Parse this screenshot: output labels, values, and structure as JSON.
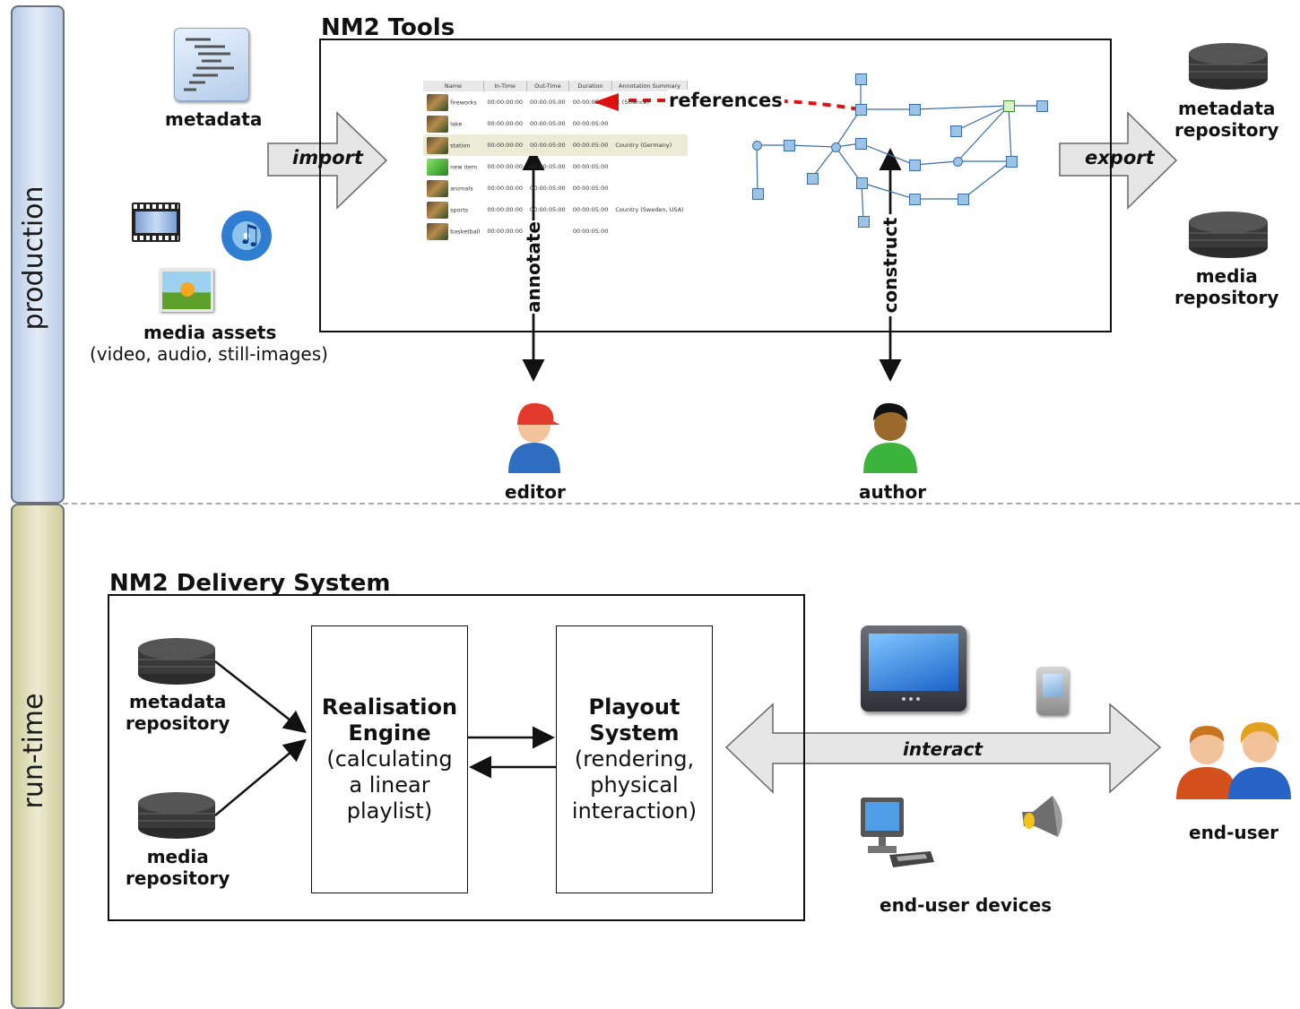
{
  "lanes": {
    "production": "production",
    "runtime": "run-time"
  },
  "tools": {
    "title": "NM2 Tools",
    "import_label": "import",
    "export_label": "export",
    "references_label": "references",
    "annotate_label": "annotate",
    "construct_label": "construct",
    "table_headers": [
      "Name",
      "In-Time",
      "Out-Time",
      "Duration",
      "Annotation Summary"
    ],
    "table_rows": [
      {
        "name": "fireworks",
        "in": "00:00:00:00",
        "out": "00:00:05:00",
        "dur": "00:00:05",
        "note": "ic (Science)"
      },
      {
        "name": "lake",
        "in": "00:00:00:00",
        "out": "00:00:05:00",
        "dur": "00:00:05:00",
        "note": ""
      },
      {
        "name": "station",
        "in": "00:00:00:00",
        "out": "00:00:05:00",
        "dur": "00:00:05:00",
        "note": "Country (Germany)"
      },
      {
        "name": "new item",
        "in": "00:00:00:00",
        "out": "00:00:05:00",
        "dur": "00:00:05:00",
        "note": ""
      },
      {
        "name": "animals",
        "in": "00:00:00:00",
        "out": "00:00:05:00",
        "dur": "00:00:05:00",
        "note": ""
      },
      {
        "name": "sports",
        "in": "00:00:00:00",
        "out": "00:00:05:00",
        "dur": "00:00:05:00",
        "note": "Country (Sweden, USA)"
      },
      {
        "name": "basketball",
        "in": "00:00:00:00",
        "out": "5:00",
        "dur": "00:00:05:00",
        "note": ""
      }
    ]
  },
  "inputs": {
    "metadata": "metadata",
    "media_assets": "media assets",
    "media_assets_sub": "(video, audio, still-images)"
  },
  "outputs": {
    "metadata_repo_1": "metadata",
    "metadata_repo_2": "repository",
    "media_repo_1": "media",
    "media_repo_2": "repository"
  },
  "actors": {
    "editor": "editor",
    "author": "author",
    "end_user": "end-user"
  },
  "delivery": {
    "title": "NM2 Delivery System",
    "metadata_repo_1": "metadata",
    "metadata_repo_2": "repository",
    "media_repo_1": "media",
    "media_repo_2": "repository",
    "realisation_title_1": "Realisation",
    "realisation_title_2": "Engine",
    "realisation_desc_1": "(calculating",
    "realisation_desc_2": "a linear",
    "realisation_desc_3": "playlist)",
    "playout_title_1": "Playout",
    "playout_title_2": "System",
    "playout_desc_1": "(rendering,",
    "playout_desc_2": "physical",
    "playout_desc_3": "interaction)",
    "interact_label": "interact",
    "devices_label": "end-user devices"
  },
  "colors": {
    "production_lane": "#cfdcf0",
    "runtime_lane": "#dedcb3",
    "references_arrow": "#e01010",
    "big_arrow_fill": "#e6e6e6"
  }
}
